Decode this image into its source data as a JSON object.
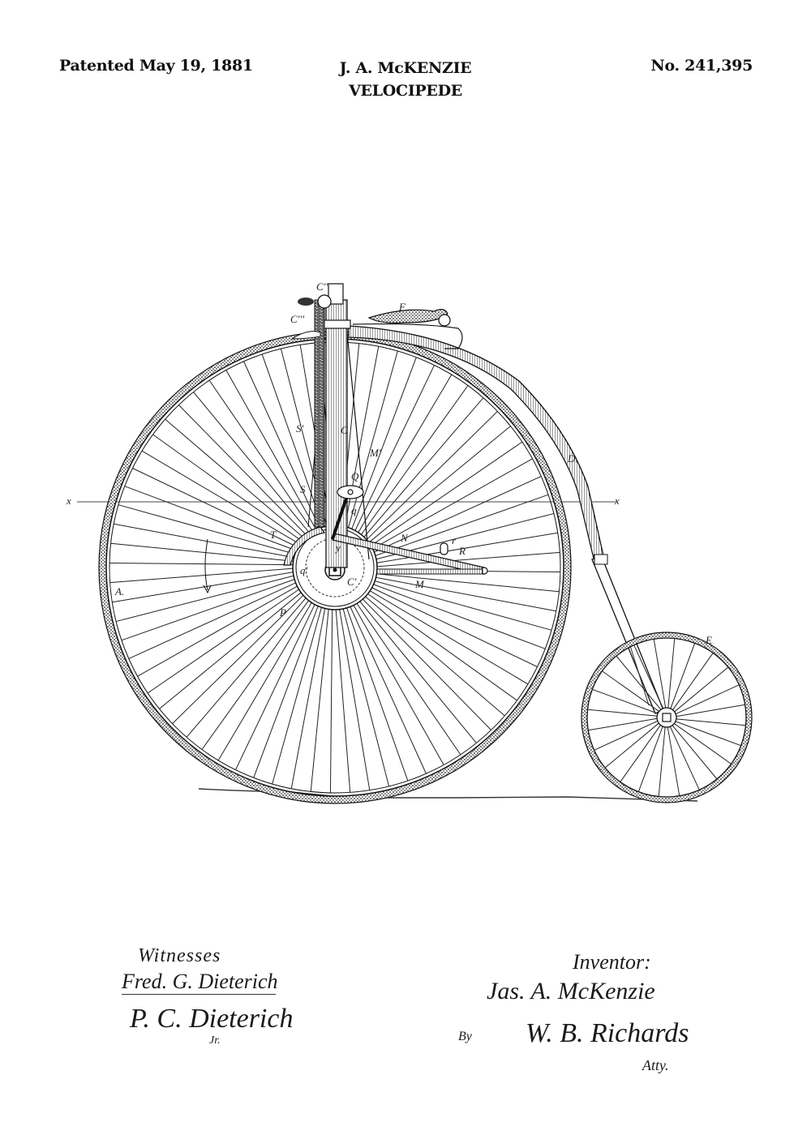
{
  "header": {
    "date": "Patented May 19, 1881",
    "inventor": "J. A. McKENZIE",
    "title": "VELOCIPEDE",
    "patent_number": "No. 241,395"
  },
  "drawing": {
    "subject": "velocipede-high-wheel-bicycle",
    "section_line_label_left": "x",
    "section_line_label_right": "x",
    "labels": {
      "A": "A.",
      "C": "C",
      "C1": "C'",
      "C2": "C''",
      "C3": "C'''",
      "D": "D.",
      "E": "E",
      "F": "F",
      "M": "M",
      "M1": "M'",
      "N": "N",
      "P": "P",
      "Q": "Q",
      "R": "R",
      "S": "S",
      "S1": "S'",
      "T": "T",
      "q": "q",
      "q1": "q'",
      "r": "r",
      "y": "y"
    }
  },
  "signatures": {
    "witnesses_title": "Witnesses",
    "witness_1": "Fred. G. Dieterich",
    "witness_2": "P. C. Dieterich",
    "witness_2_suffix": "Jr.",
    "inventor_title": "Inventor:",
    "inventor_name": "Jas. A. McKenzie",
    "by_label": "By",
    "attorney_name": "W. B. Richards",
    "attorney_title": "Atty."
  }
}
